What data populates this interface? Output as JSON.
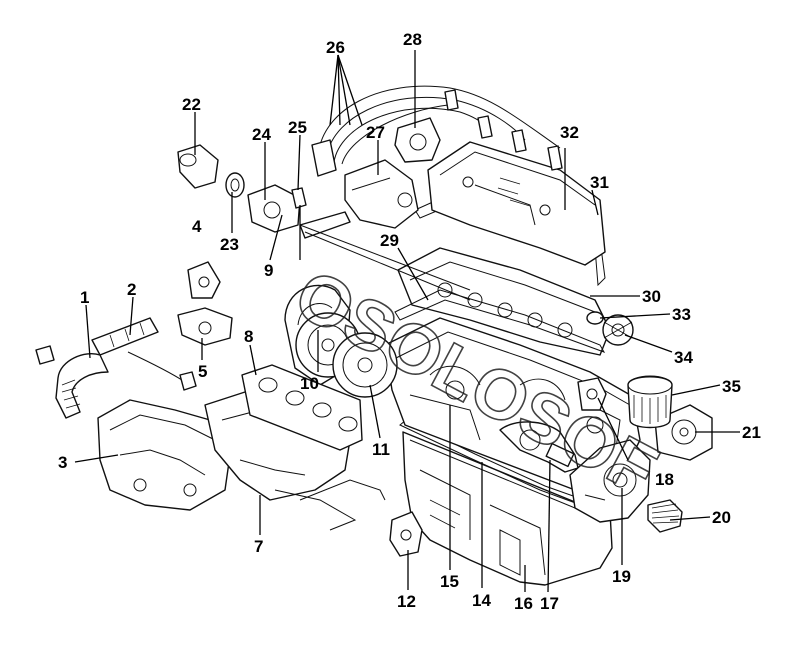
{
  "diagram": {
    "watermark_text": "OSOLOSOF",
    "line_color": "#111111",
    "background_color": "#ffffff",
    "callouts": [
      {
        "id": "1",
        "label": "1"
      },
      {
        "id": "2",
        "label": "2"
      },
      {
        "id": "3",
        "label": "3"
      },
      {
        "id": "4",
        "label": "4"
      },
      {
        "id": "5",
        "label": "5"
      },
      {
        "id": "7",
        "label": "7"
      },
      {
        "id": "8",
        "label": "8"
      },
      {
        "id": "9",
        "label": "9"
      },
      {
        "id": "10",
        "label": "10"
      },
      {
        "id": "11",
        "label": "11"
      },
      {
        "id": "12",
        "label": "12"
      },
      {
        "id": "14",
        "label": "14"
      },
      {
        "id": "15",
        "label": "15"
      },
      {
        "id": "16",
        "label": "16"
      },
      {
        "id": "17",
        "label": "17"
      },
      {
        "id": "18",
        "label": "18"
      },
      {
        "id": "19",
        "label": "19"
      },
      {
        "id": "20",
        "label": "20"
      },
      {
        "id": "21",
        "label": "21"
      },
      {
        "id": "22",
        "label": "22"
      },
      {
        "id": "23",
        "label": "23"
      },
      {
        "id": "24",
        "label": "24"
      },
      {
        "id": "25",
        "label": "25"
      },
      {
        "id": "26",
        "label": "26"
      },
      {
        "id": "27",
        "label": "27"
      },
      {
        "id": "28",
        "label": "28"
      },
      {
        "id": "29",
        "label": "29"
      },
      {
        "id": "30",
        "label": "30"
      },
      {
        "id": "31",
        "label": "31"
      },
      {
        "id": "32",
        "label": "32"
      },
      {
        "id": "33",
        "label": "33"
      },
      {
        "id": "34",
        "label": "34"
      },
      {
        "id": "35",
        "label": "35"
      }
    ]
  }
}
